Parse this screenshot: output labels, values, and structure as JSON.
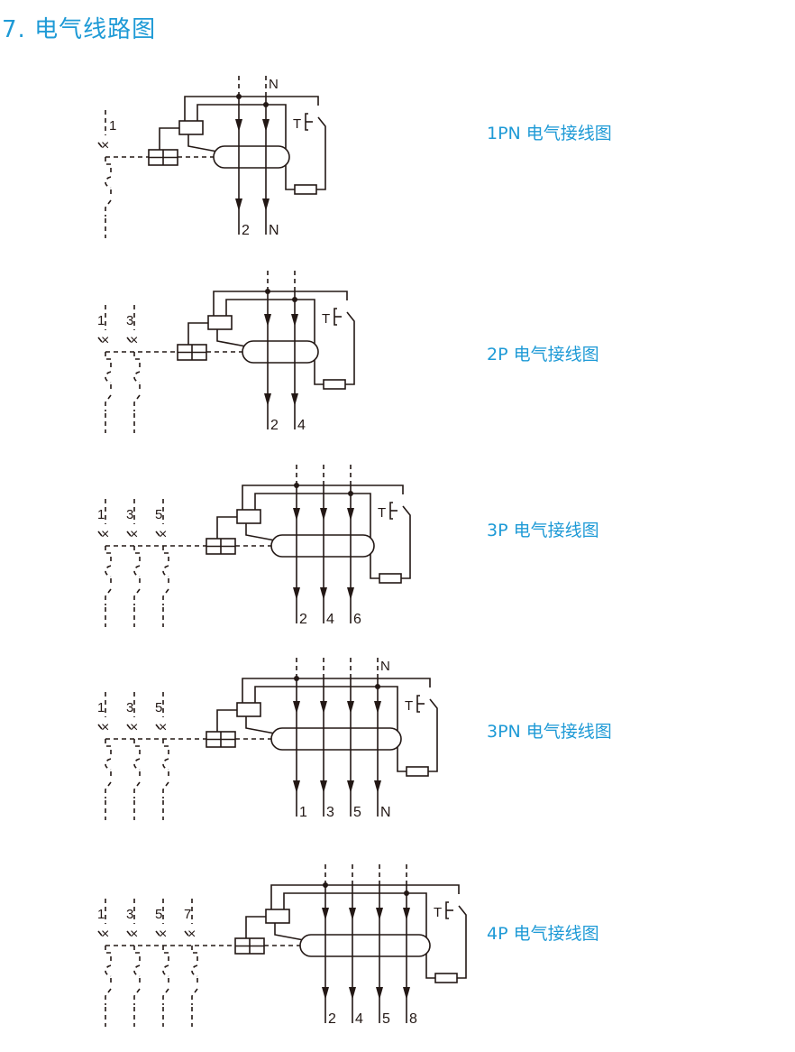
{
  "title": "7. 电气线路图",
  "test_label": "T",
  "diagrams": [
    {
      "caption": "1PN 电气接线图",
      "inputs": [
        "1"
      ],
      "line_top_labels": [
        "",
        "N"
      ],
      "outputs": [
        "2",
        "N"
      ]
    },
    {
      "caption": "2P 电气接线图",
      "inputs": [
        "1",
        "3"
      ],
      "line_top_labels": [
        "",
        ""
      ],
      "outputs": [
        "2",
        "4"
      ]
    },
    {
      "caption": "3P 电气接线图",
      "inputs": [
        "1",
        "3",
        "5"
      ],
      "line_top_labels": [
        "",
        "",
        ""
      ],
      "outputs": [
        "2",
        "4",
        "6"
      ]
    },
    {
      "caption": "3PN 电气接线图",
      "inputs": [
        "1",
        "3",
        "5"
      ],
      "line_top_labels": [
        "",
        "",
        "",
        "N"
      ],
      "outputs": [
        "1",
        "3",
        "5",
        "N"
      ]
    },
    {
      "caption": "4P 电气接线图",
      "inputs": [
        "1",
        "3",
        "5",
        "7"
      ],
      "line_top_labels": [
        "",
        "",
        "",
        ""
      ],
      "outputs": [
        "2",
        "4",
        "5",
        "8"
      ]
    }
  ],
  "colors": {
    "accent": "#1e9ad6",
    "line": "#231815"
  }
}
